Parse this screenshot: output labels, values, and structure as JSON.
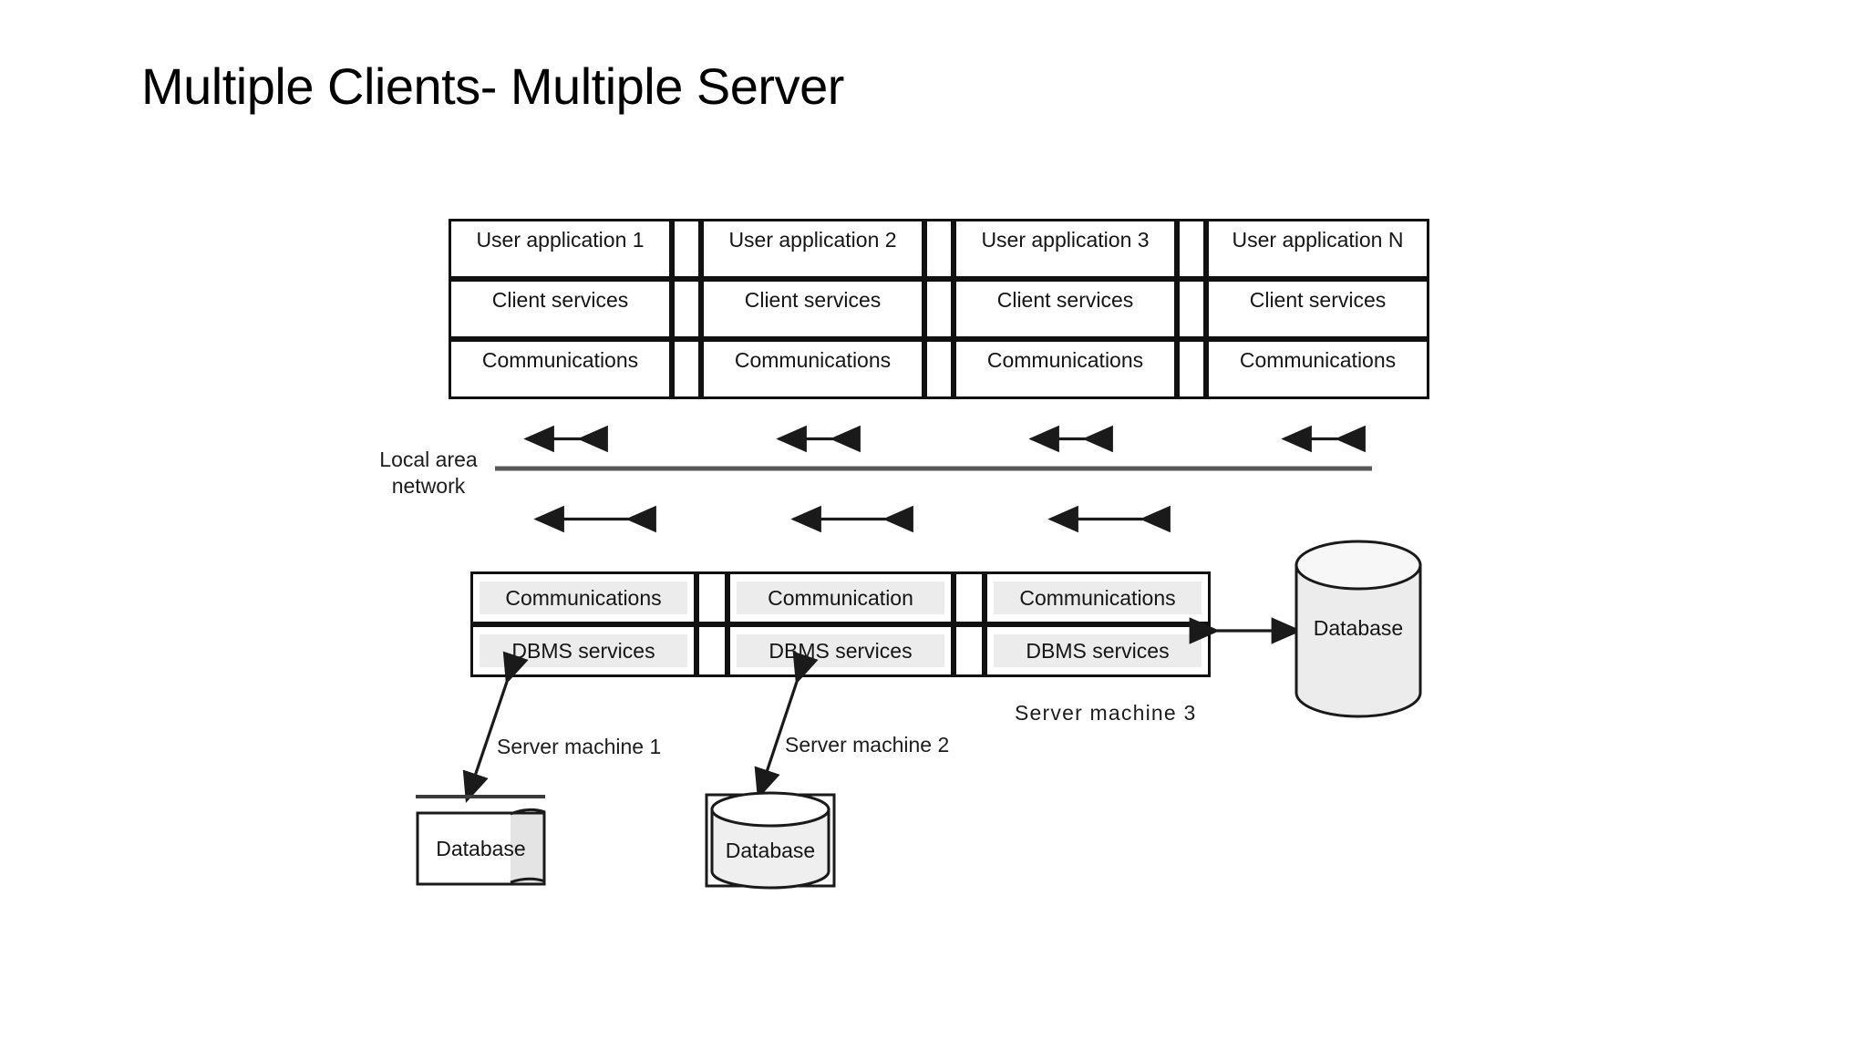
{
  "slide": {
    "title": "Multiple Clients- Multiple Server"
  },
  "diagram": {
    "clients": [
      {
        "application": "User application 1",
        "services": "Client services",
        "communications": "Communications"
      },
      {
        "application": "User application 2",
        "services": "Client services",
        "communications": "Communications"
      },
      {
        "application": "User application 3",
        "services": "Client services",
        "communications": "Communications"
      },
      {
        "application": "User application N",
        "services": "Client services",
        "communications": "Communications"
      }
    ],
    "network": {
      "label_line1": "Local area",
      "label_line2": "network"
    },
    "servers": [
      {
        "communications": "Communications",
        "dbms": "DBMS services",
        "machine_label": "Server machine 1",
        "database": "Database"
      },
      {
        "communications": "Communication",
        "dbms": "DBMS services",
        "machine_label": "Server machine 2",
        "database": "Database"
      },
      {
        "communications": "Communications",
        "dbms": "DBMS services",
        "machine_label": "Server machine 3",
        "database": "Database"
      }
    ],
    "colors": {
      "stroke": "#111111",
      "cell_fill": "#ececec",
      "lan_line": "#585858",
      "background": "#ffffff",
      "text": "#151515"
    }
  }
}
